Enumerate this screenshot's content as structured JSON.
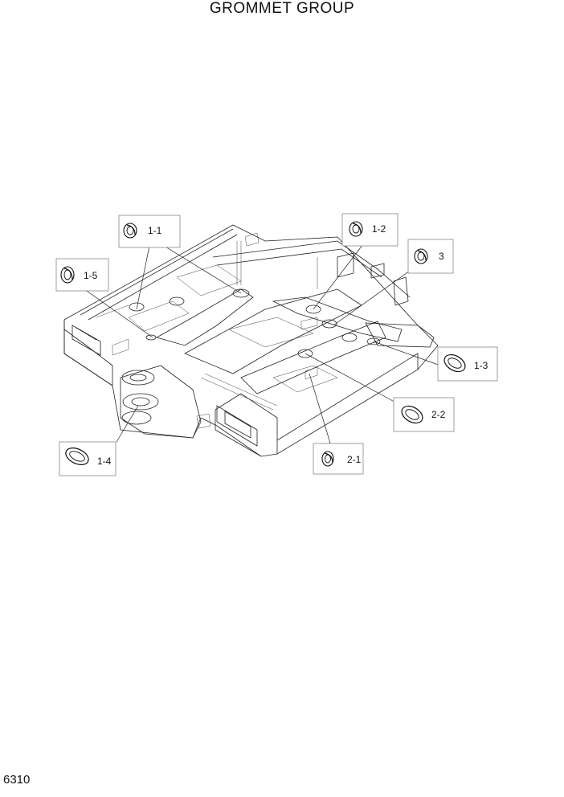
{
  "title": "GROMMET GROUP",
  "page_number": "6310",
  "callouts": [
    {
      "id": "c-1-1",
      "label": "1-1",
      "icon": "round-grommet-icon"
    },
    {
      "id": "c-1-2",
      "label": "1-2",
      "icon": "round-grommet-icon"
    },
    {
      "id": "c-3",
      "label": "3",
      "icon": "round-grommet-icon"
    },
    {
      "id": "c-1-5",
      "label": "1-5",
      "icon": "round-grommet-icon"
    },
    {
      "id": "c-1-3",
      "label": "1-3",
      "icon": "oval-grommet-icon"
    },
    {
      "id": "c-2-2",
      "label": "2-2",
      "icon": "oval-grommet-icon"
    },
    {
      "id": "c-1-4",
      "label": "1-4",
      "icon": "oval-grommet-icon"
    },
    {
      "id": "c-2-1",
      "label": "2-1",
      "icon": "round-grommet-icon"
    }
  ]
}
